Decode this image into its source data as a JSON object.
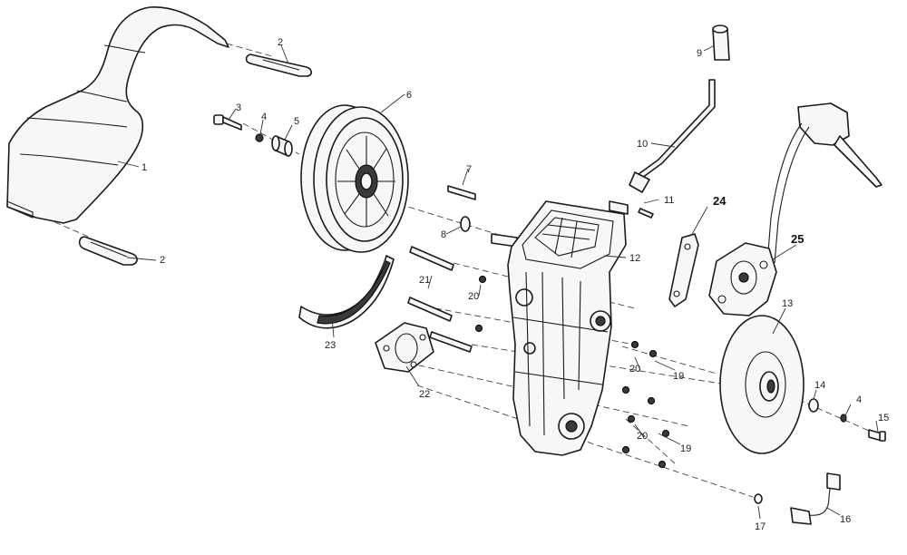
{
  "callouts": {
    "c1": "1",
    "c2a": "2",
    "c2b": "2",
    "c3": "3",
    "c4a": "4",
    "c4b": "4",
    "c5": "5",
    "c6": "6",
    "c7": "7",
    "c8": "8",
    "c9": "9",
    "c10": "10",
    "c11": "11",
    "c12": "12",
    "c13": "13",
    "c14": "14",
    "c15": "15",
    "c16": "16",
    "c17": "17",
    "c19a": "19",
    "c19b": "19",
    "c20a": "20",
    "c20b": "20",
    "c20c": "20",
    "c21": "21",
    "c22": "22",
    "c23": "23",
    "c24": "24",
    "c25": "25"
  }
}
